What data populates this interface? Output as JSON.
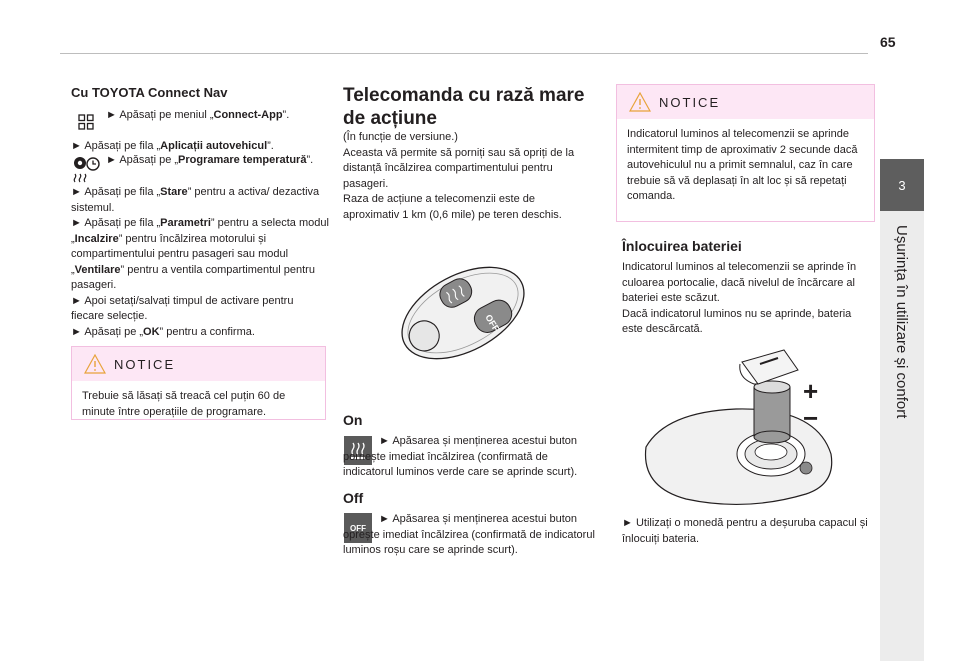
{
  "page_number": "65",
  "chapter": {
    "number": "3",
    "title": "Ușurința în utilizare și confort"
  },
  "col1": {
    "heading": "Cu TOYOTA Connect Nav",
    "steps": [
      {
        "pre": "► Apăsați pe meniul „",
        "bold": "Connect-App",
        "post": "”."
      },
      {
        "pre": "► Apăsați pe fila „",
        "bold": "Aplicații autovehicul",
        "post": "”."
      },
      {
        "pre": "► Apăsați pe „",
        "bold": "Programare temperatură",
        "post": "”."
      },
      {
        "pre": "► Apăsați pe fila „",
        "bold": "Stare",
        "post": "” pentru a activa/ dezactiva sistemul."
      },
      {
        "pre": "► Apăsați pe fila „",
        "bold": "Parametri",
        "post": "” pentru a selecta modul „"
      },
      {
        "bold": "Incalzire",
        "post": "” pentru încălzirea motorului și compartimentului pentru pasageri sau modul „"
      },
      {
        "bold": "Ventilare",
        "post": "” pentru a ventila compartimentul pentru pasageri."
      },
      {
        "pre": "► Apoi setați/salvați timpul de activare pentru fiecare selecție."
      },
      {
        "pre": "► Apăsați pe „",
        "bold": "OK",
        "post": "” pentru a confirma."
      }
    ],
    "notice": {
      "title": "NOTICE",
      "body": "Trebuie să lăsați să treacă cel puțin 60 de minute între operațiile de programare."
    }
  },
  "col2": {
    "heading": "Telecomanda cu rază mare de acțiune",
    "intro": [
      "(În funcție de versiune.)",
      "Aceasta vă permite să porniți sau să opriți de la distanță încălzirea compartimentului pentru pasageri.",
      "Raza de acțiune a telecomenzii este de aproximativ 1 km (0,6 mile) pe teren deschis."
    ],
    "remote_off_label": "OFF",
    "on": {
      "heading": "On",
      "text": "► Apăsarea și menținerea acestui buton pornește imediat încălzirea (confirmată de indicatorul luminos verde care se aprinde scurt)."
    },
    "off": {
      "heading": "Off",
      "icon_label": "OFF",
      "text": "► Apăsarea și menținerea acestui buton oprește imediat încălzirea (confirmată de indicatorul luminos roșu care se aprinde scurt)."
    }
  },
  "col3": {
    "notice": {
      "title": "NOTICE",
      "lines": [
        "Indicatorul luminos al telecomenzii se aprinde intermitent timp de aproximativ 2 secunde dacă autovehiculul nu a primit semnalul, caz în care",
        "trebuie să vă deplasați în alt loc și să repetați comanda."
      ]
    },
    "heading": "Înlocuirea bateriei",
    "paragraphs": [
      "Indicatorul luminos al telecomenzii se aprinde în culoarea portocalie, dacă nivelul de încărcare al bateriei este scăzut.",
      "Dacă indicatorul luminos nu se aprinde, bateria este descărcată."
    ],
    "plus": "+",
    "minus": "−",
    "final": "► Utilizați o monedă pentru a deșuruba capacul și înlocuiți bateria."
  }
}
